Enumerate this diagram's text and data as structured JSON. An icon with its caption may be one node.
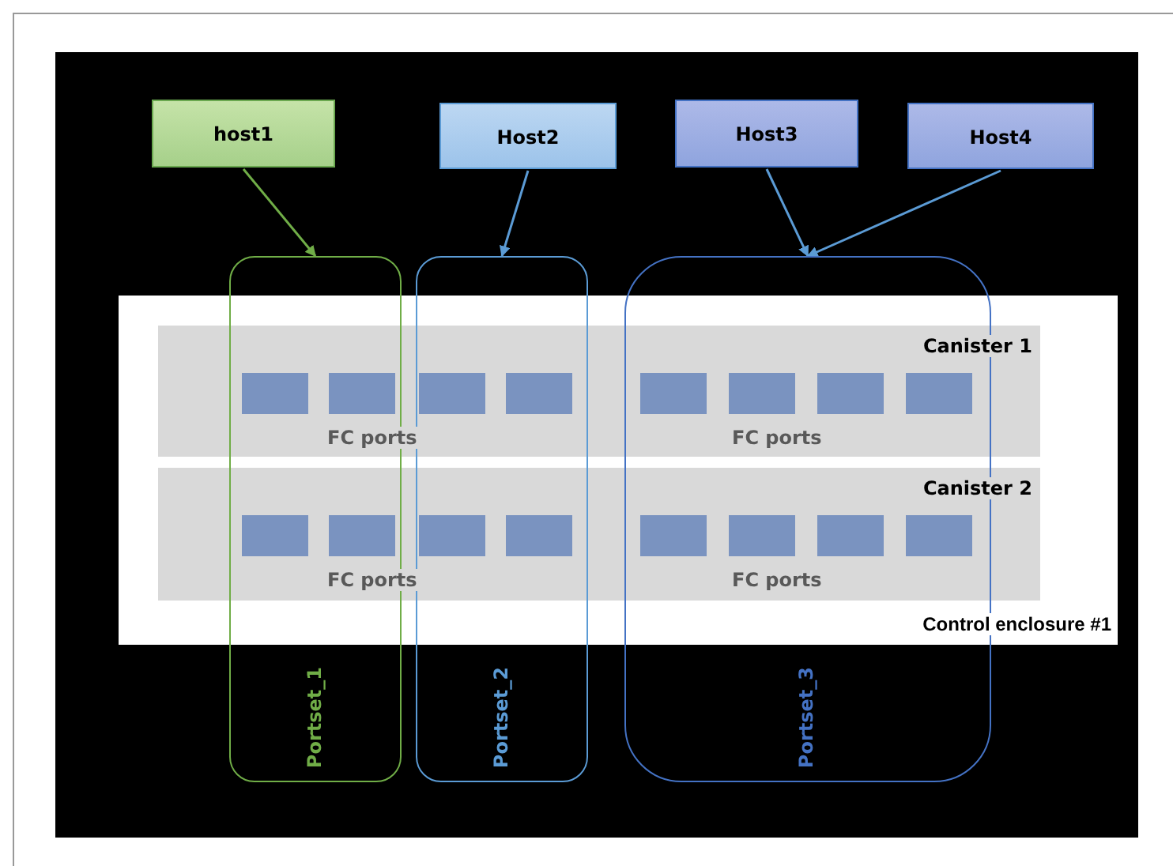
{
  "diagram": {
    "nodes": [
      {
        "text": [
          "host1"
        ]
      },
      {
        "text": [
          "Host2"
        ]
      },
      {
        "text": [
          "Host3"
        ]
      },
      {
        "text": [
          "Host4"
        ]
      },
      {
        "text": [
          "Control enclosure #1"
        ]
      },
      {
        "text": [
          "Canister 1"
        ],
        "in": 4
      },
      {
        "text": [
          "Canister 2"
        ],
        "in": 4
      },
      {
        "text": [],
        "shape": "box"
      },
      {
        "text": [],
        "shape": "box"
      },
      {
        "text": [],
        "shape": "box"
      },
      {
        "text": [],
        "shape": "box"
      },
      {
        "text": [],
        "shape": "box"
      },
      {
        "text": [],
        "shape": "box"
      },
      {
        "text": [],
        "shape": "box"
      },
      {
        "text": [],
        "shape": "box"
      },
      {
        "text": [],
        "shape": "box"
      },
      {
        "text": [],
        "shape": "box"
      },
      {
        "text": [],
        "shape": "box"
      },
      {
        "text": [],
        "shape": "box"
      },
      {
        "text": [],
        "shape": "box"
      },
      {
        "text": [],
        "shape": "box"
      },
      {
        "text": [],
        "shape": "box"
      },
      {
        "text": [],
        "shape": "box"
      },
      {
        "text": [
          "Portset_1"
        ]
      },
      {
        "text": [
          "Portset_2"
        ]
      },
      {
        "text": [
          "Portset_3"
        ]
      }
    ],
    "edges": [
      {
        "from": 0,
        "to": 23,
        "arrow": "to",
        "color": "#70ad47"
      },
      {
        "from": 1,
        "to": 24,
        "arrow": "to"
      },
      {
        "from": 2,
        "to": 25,
        "arrow": "to"
      },
      {
        "from": 3,
        "to": 25,
        "arrow": "to"
      }
    ],
    "labels": [
      "FC ports",
      "FC ports",
      "FC ports",
      "FC ports"
    ]
  }
}
